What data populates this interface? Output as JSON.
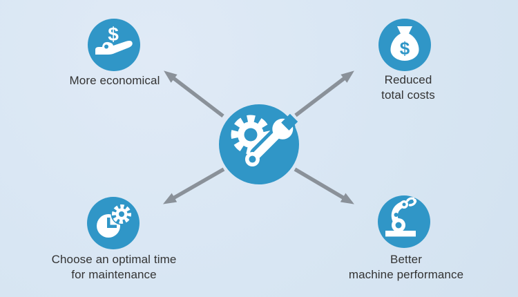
{
  "diagram": {
    "title": "Predictive maintenance benefits diagram",
    "center": {
      "icon": "gear-wrench-icon"
    },
    "nodes": [
      {
        "id": "more-economical",
        "position": "top-left",
        "icon": "hand-dollar-icon",
        "label": "More economical"
      },
      {
        "id": "reduced-total-costs",
        "position": "top-right",
        "icon": "money-bag-icon",
        "label": "Reduced\ntotal costs"
      },
      {
        "id": "optimal-time",
        "position": "bottom-left",
        "icon": "clock-gear-icon",
        "label": "Choose an optimal time\nfor maintenance"
      },
      {
        "id": "machine-performance",
        "position": "bottom-right",
        "icon": "robot-arm-icon",
        "label": "Better\nmachine performance"
      }
    ],
    "arrows": [
      {
        "from": "center",
        "to": "top-left"
      },
      {
        "from": "center",
        "to": "top-right"
      },
      {
        "from": "center",
        "to": "bottom-left"
      },
      {
        "from": "center",
        "to": "bottom-right"
      }
    ],
    "colors": {
      "background": "#d8e6f3",
      "circle_fill": "#3096c7",
      "icon_fill": "#ffffff",
      "arrow": "#8a9199",
      "text": "#333333"
    }
  }
}
